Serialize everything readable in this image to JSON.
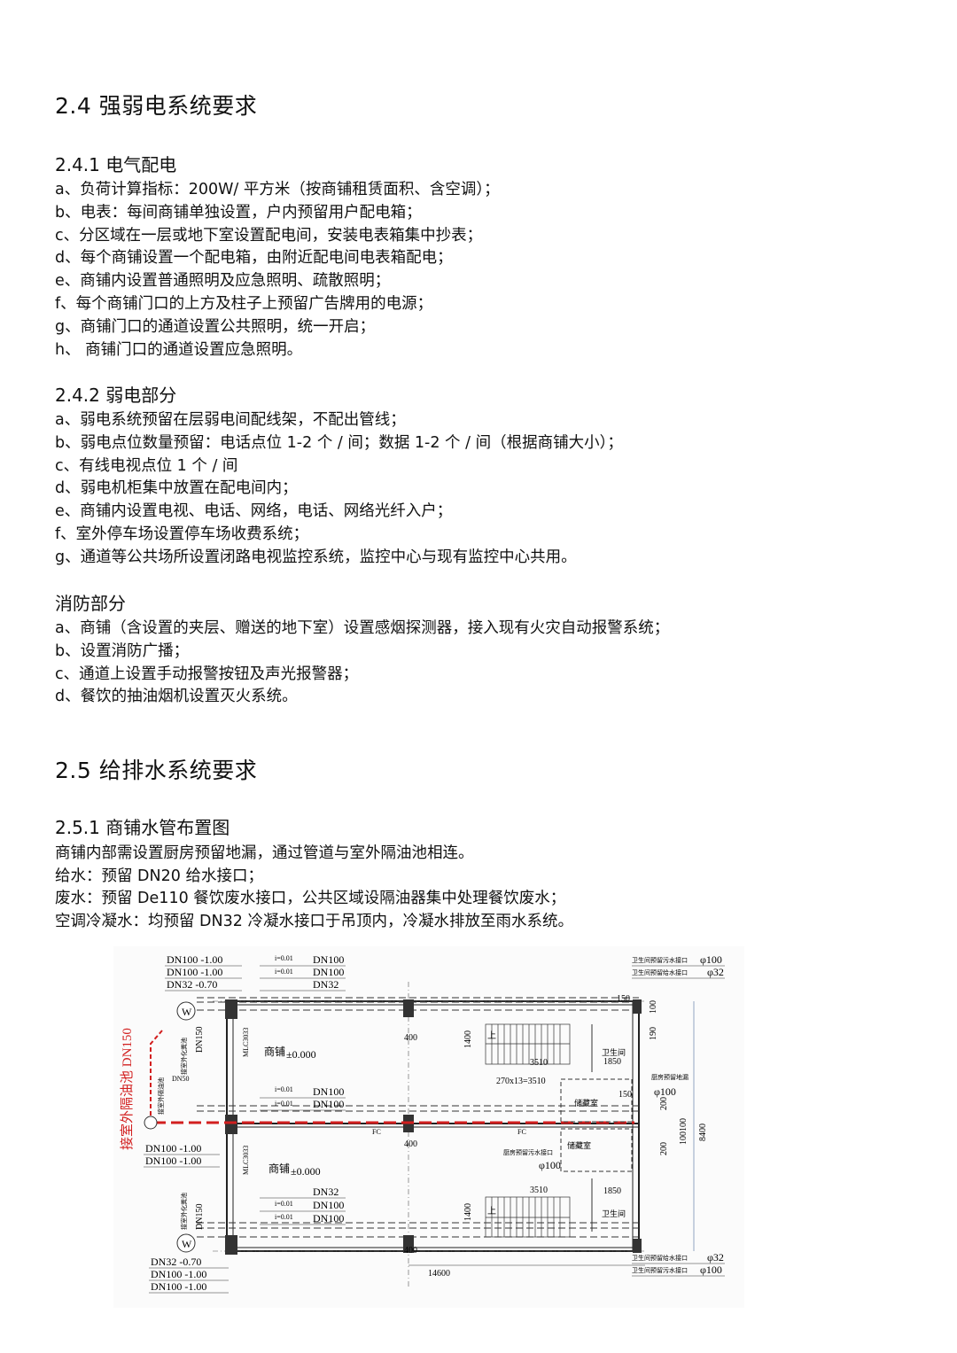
{
  "sec24": {
    "title": "2.4 强弱电系统要求",
    "sub1": {
      "title": "2.4.1 电气配电",
      "items": [
        "a、负荷计算指标：200W/ 平方米（按商铺租赁面积、含空调）；",
        "b、电表：每间商铺单独设置，户内预留用户配电箱；",
        "c、分区域在一层或地下室设置配电间，安装电表箱集中抄表；",
        "d、每个商铺设置一个配电箱，由附近配电间电表箱配电；",
        "e、商铺内设置普通照明及应急照明、疏散照明；",
        "f、每个商铺门口的上方及柱子上预留广告牌用的电源；",
        "g、商铺门口的通道设置公共照明，统一开启；",
        "h、 商铺门口的通道设置应急照明。"
      ]
    },
    "sub2": {
      "title": "2.4.2 弱电部分",
      "items": [
        "a、弱电系统预留在层弱电间配线架，不配出管线；",
        "b、弱电点位数量预留：电话点位 1-2 个 / 间；数据 1-2 个 / 间（根据商铺大小）；",
        "c、有线电视点位 1 个 / 间",
        "d、弱电机柜集中放置在配电间内；",
        "e、商铺内设置电视、电话、网络，电话、网络光纤入户；",
        "f、室外停车场设置停车场收费系统；",
        "g、通道等公共场所设置闭路电视监控系统，监控中心与现有监控中心共用。"
      ]
    },
    "sub3": {
      "title": "消防部分",
      "items": [
        "a、商铺（含设置的夹层、赠送的地下室）设置感烟探测器，接入现有火灾自动报警系统；",
        "b、设置消防广播；",
        "c、通道上设置手动报警按钮及声光报警器；",
        "d、餐饮的抽油烟机设置灭火系统。"
      ]
    }
  },
  "sec25": {
    "title": "2.5 给排水系统要求",
    "sub1": {
      "title": "2.5.1 商铺水管布置图",
      "items": [
        "商铺内部需设置厨房预留地漏，通过管道与室外隔油池相连。",
        "给水：预留 DN20 给水接口；",
        "废水：预留 De110 餐饮废水接口，公共区域设隔油器集中处理餐饮废水；",
        "空调冷凝水：均预留 DN32 冷凝水接口于吊顶内，冷凝水排放至雨水系统。"
      ]
    }
  },
  "drawing": {
    "red_label": "接室外隔油池 DN150",
    "left_top_pipes": [
      "DN100 -1.00",
      "DN100 -1.00",
      "DN32 -0.70"
    ],
    "left_mid_pipes": [
      "DN100 -1.00",
      "DN100 -1.00"
    ],
    "left_bot_pipes": [
      "DN32 -0.70",
      "DN100 -1.00",
      "DN100 -1.00"
    ],
    "slope": "i=0.01",
    "top_pipes": [
      "DN100",
      "DN100",
      "DN32"
    ],
    "mid_pipes": [
      "DN100",
      "DN100"
    ],
    "bot_pipes": [
      "DN32",
      "DN100",
      "DN100"
    ],
    "shop_label": "商铺",
    "elevation": "±0.000",
    "column_tag": "MLC3033",
    "well": "W",
    "fc": "FC",
    "up": "上",
    "dn150": "DN150",
    "dn50": "DN50",
    "dims": {
      "d400": "400",
      "d1400": "1400",
      "d3510": "3510",
      "stair": "270x13=3510",
      "d1850": "1850",
      "d150": "150",
      "d100": "100",
      "d190": "190",
      "d200": "200",
      "d100100": "100100",
      "d8400": "8400",
      "d14600": "14600"
    },
    "rooms": {
      "toilet": "卫生间",
      "storage": "储藏室",
      "kitchen_drain": "厨房预留地漏",
      "kitchen_waste": "厨房预留污水接口"
    },
    "right_top": [
      {
        "label": "卫生间预留污水接口",
        "value": "φ100"
      },
      {
        "label": "卫生间预留给水接口",
        "value": "φ32"
      }
    ],
    "right_bot": [
      {
        "label": "卫生间预留给水接口",
        "value": "φ32"
      },
      {
        "label": "卫生间预留污水接口",
        "value": "φ100"
      }
    ],
    "phi100": "φ100",
    "vert_notes": [
      "接室外化粪池",
      "接室外隔油池",
      "接室外化粪池"
    ]
  }
}
